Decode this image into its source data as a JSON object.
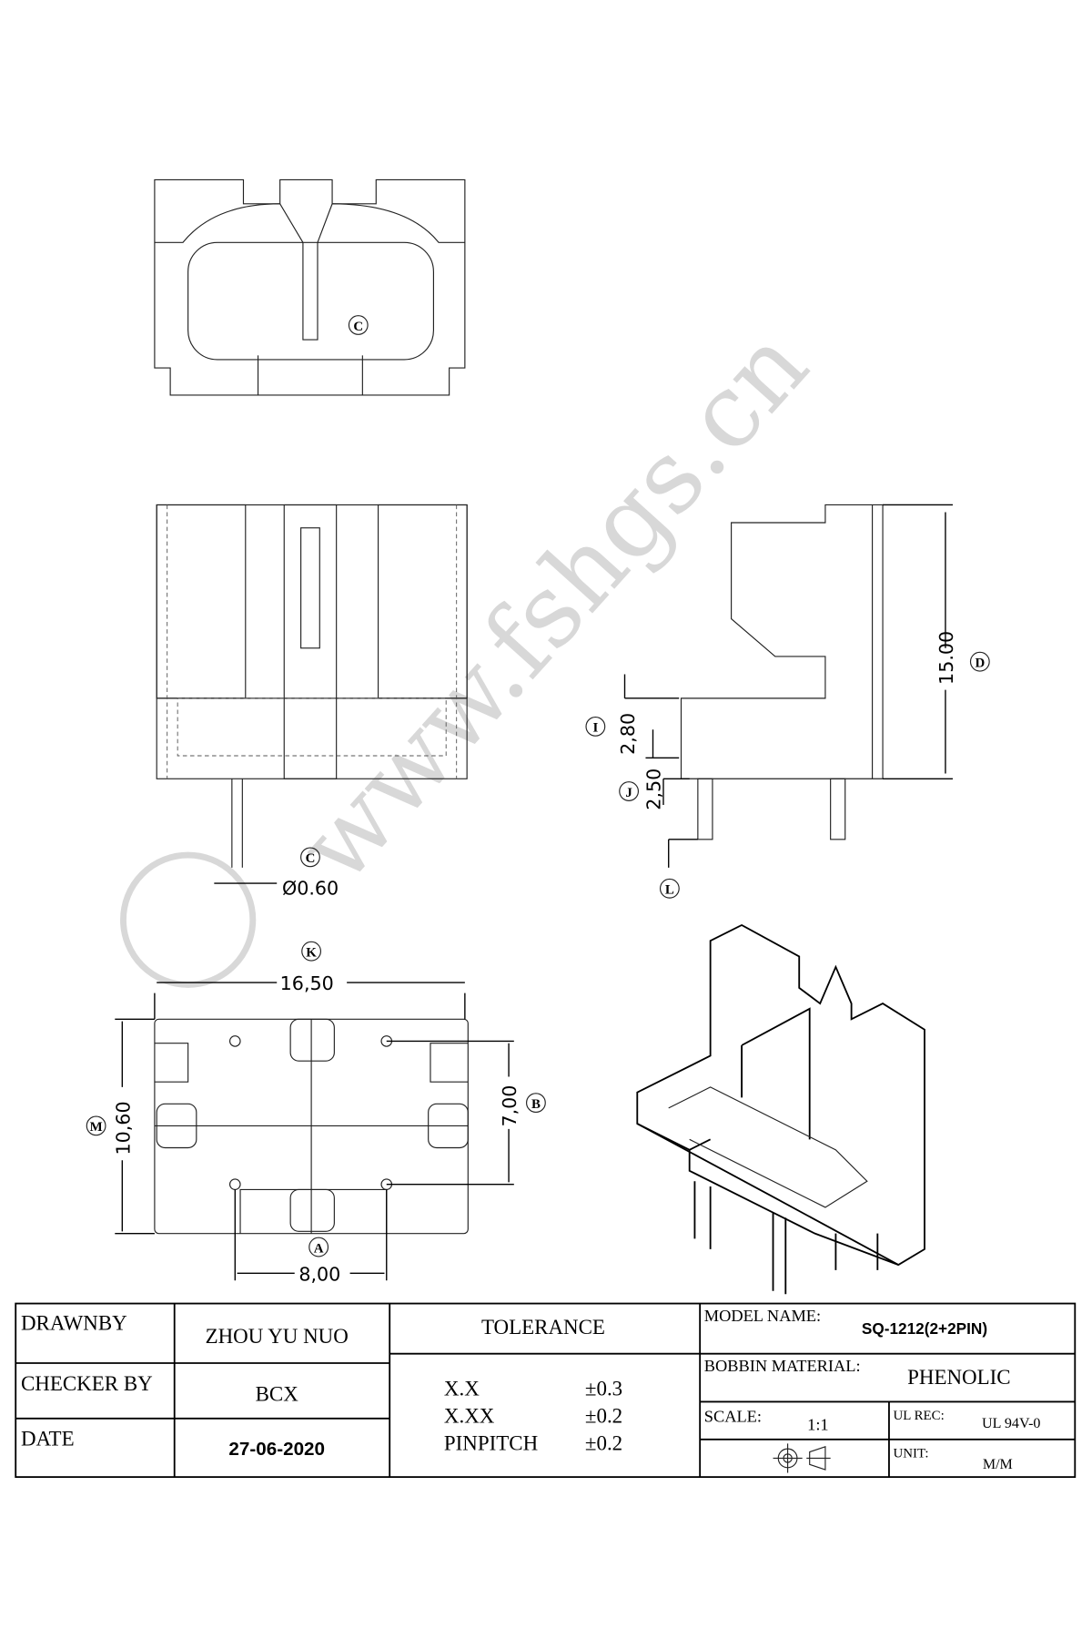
{
  "watermark": "www.fshgs.cn",
  "dimensions": {
    "top_view_callout": "C",
    "pin_callout": "C",
    "pin_diameter": "Ø0.60",
    "width_callout": "K",
    "width": "16,50",
    "pin_row_callout": "B",
    "pin_row_spacing": "7,00",
    "depth_callout": "M",
    "depth": "10,60",
    "pin_pitch_callout": "A",
    "pin_pitch": "8,00",
    "height_callout": "D",
    "height": "15.00",
    "base_callout": "I",
    "base_height": "2,80",
    "standoff_callout": "J",
    "standoff": "2,50",
    "pin_length_callout": "L"
  },
  "title_block": {
    "drawn_by_label": "DRAWNBY",
    "drawn_by": "ZHOU YU NUO",
    "checker_label": "CHECKER BY",
    "checker": "BCX",
    "date_label": "DATE",
    "date": "27-06-2020",
    "tolerance_label": "TOLERANCE",
    "tolerances": [
      {
        "key": "X.X",
        "value": "±0.3"
      },
      {
        "key": "X.XX",
        "value": "±0.2"
      },
      {
        "key": "PINPITCH",
        "value": "±0.2"
      }
    ],
    "model_label": "MODEL NAME:",
    "model": "SQ-1212(2+2PIN)",
    "material_label": "BOBBIN MATERIAL:",
    "material": "PHENOLIC",
    "scale_label": "SCALE:",
    "scale": "1:1",
    "ul_label": "UL REC:",
    "ul": "UL 94V-0",
    "unit_label": "UNIT:",
    "unit": "M/M"
  }
}
